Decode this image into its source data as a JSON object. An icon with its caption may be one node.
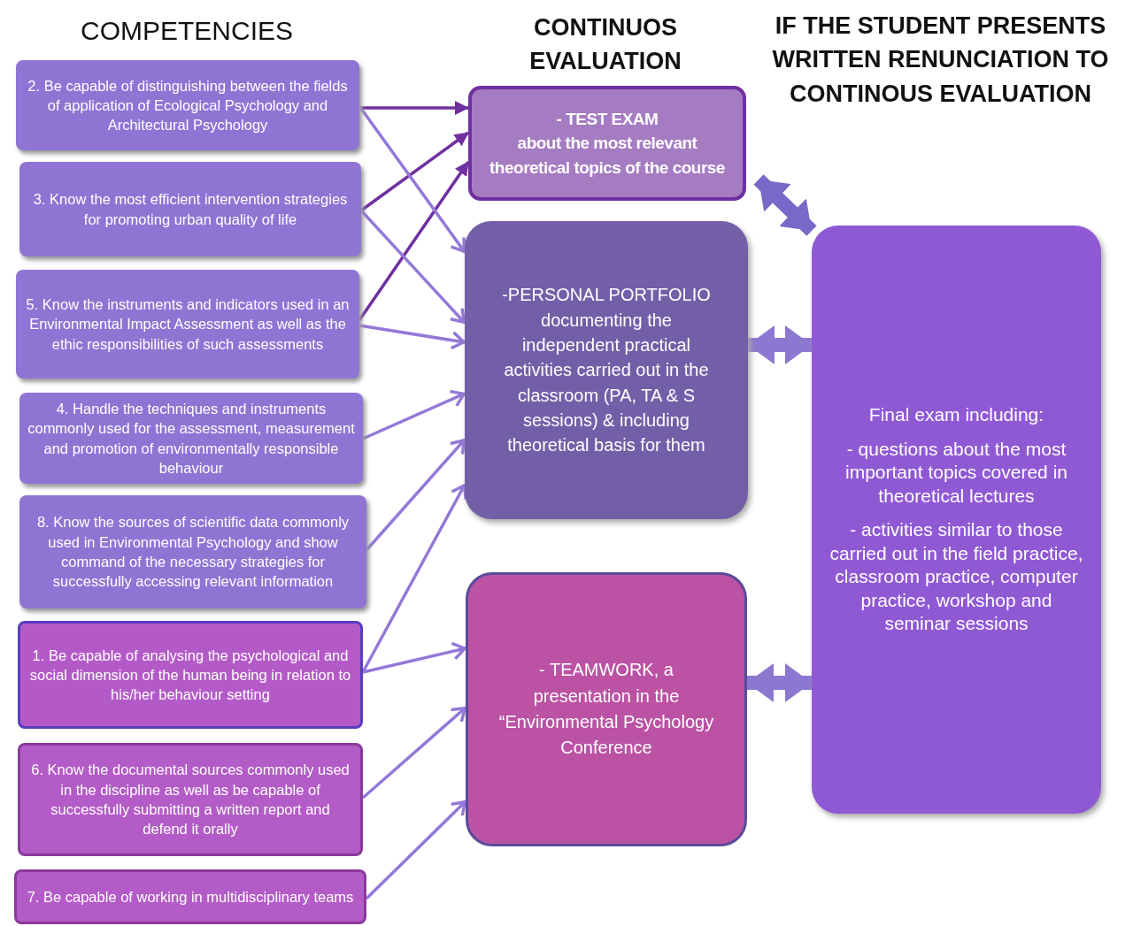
{
  "diagram": {
    "nodes": [
      {
        "text": [
          "2. Be capable of distinguishing between the fields of application of Ecological Psychology and Architectural Psychology"
        ]
      },
      {
        "text": [
          "3. Know the most efficient intervention strategies for promoting urban quality of life"
        ]
      },
      {
        "text": [
          "5. Know the instruments and indicators used in an Environmental Impact Assessment as well as the ethic responsibilities of such assessments"
        ]
      },
      {
        "text": [
          "4. Handle the techniques and instruments commonly used for the assessment, measurement and promotion of environmentally responsible behaviour"
        ]
      },
      {
        "text": [
          "8. Know the sources of scientific data commonly used in Environmental Psychology and show command of the necessary strategies for successfully accessing relevant information"
        ]
      },
      {
        "text": [
          "1. Be capable of analysing the psychological and social dimension of the human being in relation to his/her behaviour setting"
        ]
      },
      {
        "text": [
          "6. Know the documental sources commonly used in the discipline as well as be capable of successfully submitting a written report and defend it orally"
        ]
      },
      {
        "text": [
          "7. Be capable of working in multidisciplinary teams"
        ]
      },
      {
        "text": [
          "- TEST EXAM",
          "about the most relevant theoretical topics of the course"
        ]
      },
      {
        "text": [
          "-PERSONAL PORTFOLIO documenting the independent practical activities carried out in the classroom (PA, TA & S sessions) & including theoretical basis for them"
        ]
      },
      {
        "text": [
          "- TEAMWORK, a presentation in the “Environmental Psychology Conference"
        ]
      },
      {
        "text": [
          "Final exam including:",
          "- questions about the most important topics covered in theoretical lectures",
          "- activities similar to those carried out in the field practice, classroom practice, computer practice, workshop and seminar sessions"
        ]
      }
    ],
    "edges": [
      {
        "from": 0,
        "to": 8,
        "arrow": "to",
        "color": "#7030a0"
      },
      {
        "from": 1,
        "to": 8,
        "arrow": "to",
        "color": "#7030a0"
      },
      {
        "from": 2,
        "to": 8,
        "arrow": "to",
        "color": "#7030a0"
      },
      {
        "from": 0,
        "to": 9,
        "arrow": "to"
      },
      {
        "from": 1,
        "to": 9,
        "arrow": "to"
      },
      {
        "from": 2,
        "to": 9,
        "arrow": "to"
      },
      {
        "from": 3,
        "to": 9,
        "arrow": "to"
      },
      {
        "from": 4,
        "to": 9,
        "arrow": "to"
      },
      {
        "from": 5,
        "to": 9,
        "arrow": "to"
      },
      {
        "from": 5,
        "to": 10,
        "arrow": "to"
      },
      {
        "from": 6,
        "to": 10,
        "arrow": "to"
      },
      {
        "from": 7,
        "to": 10,
        "arrow": "to"
      },
      {
        "from": 8,
        "to": 11,
        "arrow": "both",
        "style": "thick",
        "color": "#7a68c8"
      },
      {
        "from": 9,
        "to": 11,
        "arrow": "both",
        "style": "thick"
      },
      {
        "from": 10,
        "to": 11,
        "arrow": "both",
        "style": "thick"
      }
    ],
    "labels": [
      "COMPETENCIES",
      "CONTINUOS EVALUATION",
      "IF THE STUDENT PRESENTS WRITTEN RENUNCIATION TO CONTINOUS EVALUATION"
    ]
  }
}
